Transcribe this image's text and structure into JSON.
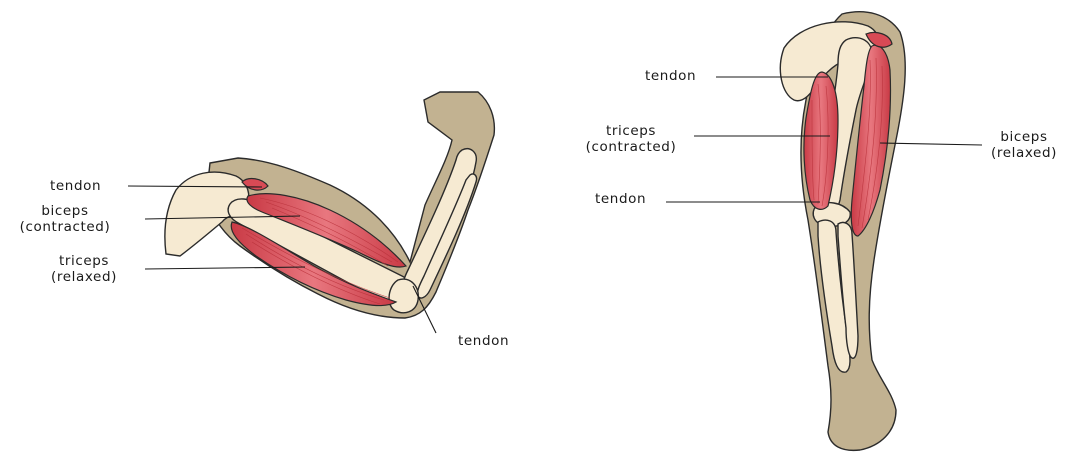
{
  "colors": {
    "skin": "#c2b291",
    "bone": "#f6ead2",
    "muscle": "#e26670",
    "muscle_dark": "#c93a45",
    "tendon": "#d84a55"
  },
  "bent_arm": {
    "tendon_upper": "tendon",
    "biceps_line1": "biceps",
    "biceps_line2": "(contracted)",
    "triceps_line1": "triceps",
    "triceps_line2": "(relaxed)",
    "tendon_lower": "tendon"
  },
  "straight_arm": {
    "tendon_upper": "tendon",
    "triceps_line1": "triceps",
    "triceps_line2": "(contracted)",
    "tendon_lower": "tendon",
    "biceps_line1": "biceps",
    "biceps_line2": "(relaxed)"
  }
}
